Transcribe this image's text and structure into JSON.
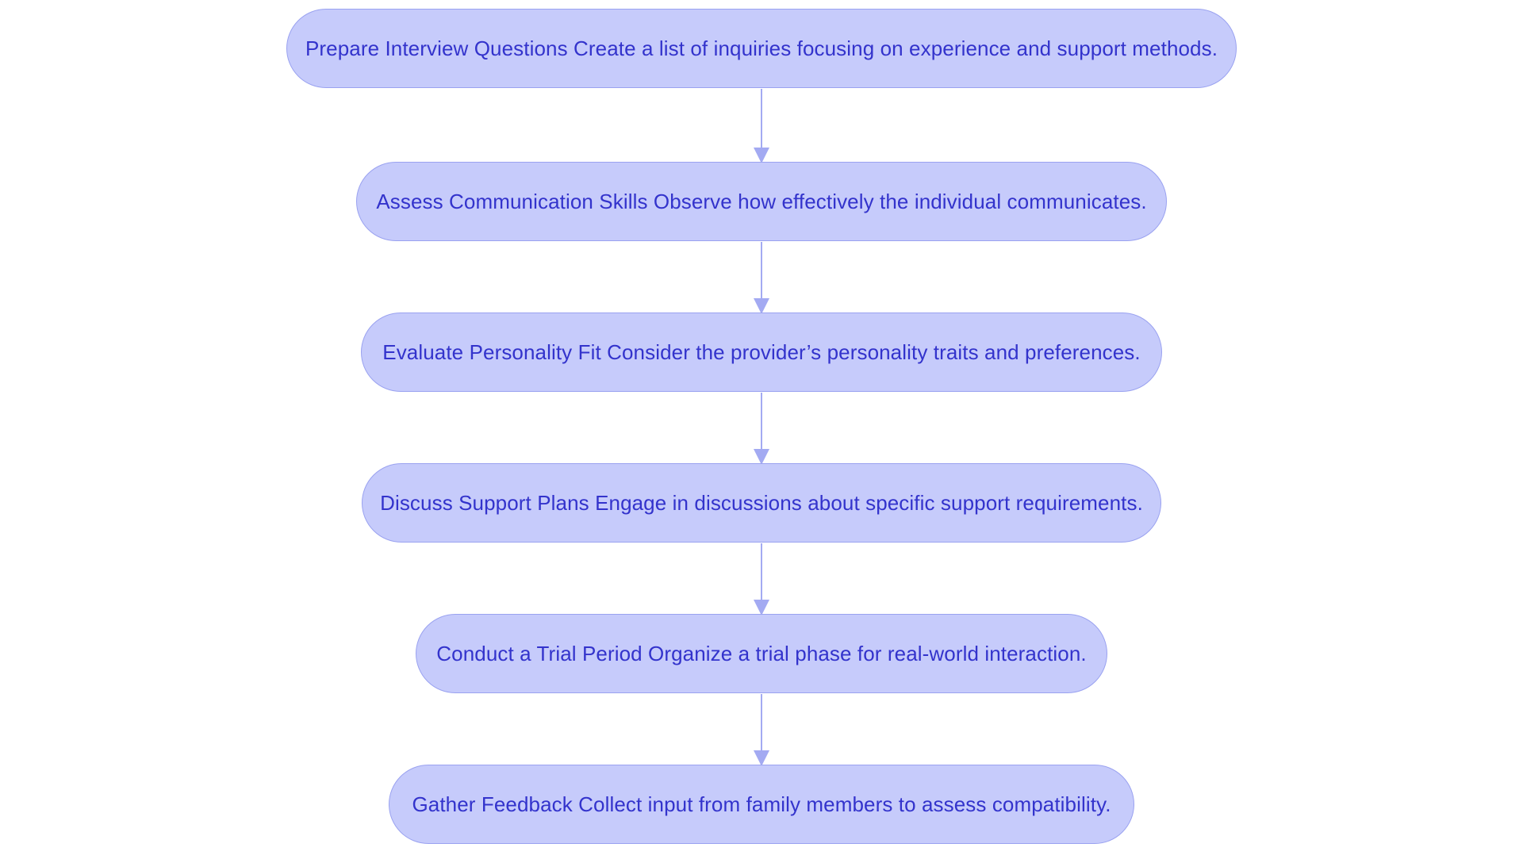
{
  "diagram": {
    "type": "flowchart",
    "orientation": "top-to-bottom",
    "title": "",
    "colors": {
      "node_fill": "#c6cbfb",
      "node_border": "#9aa2f0",
      "node_text": "#3333cc",
      "connector": "#a3aaf2",
      "background": "#ffffff"
    },
    "nodes": [
      {
        "id": "prepare-interview-questions",
        "label": "Prepare Interview Questions Create a list of inquiries focusing on experience and support methods.",
        "step": 1
      },
      {
        "id": "assess-communication-skills",
        "label": "Assess Communication Skills Observe how effectively the individual communicates.",
        "step": 2
      },
      {
        "id": "evaluate-personality-fit",
        "label": "Evaluate Personality Fit Consider the provider’s personality traits and preferences.",
        "step": 3
      },
      {
        "id": "discuss-support-plans",
        "label": "Discuss Support Plans Engage in discussions about specific support requirements.",
        "step": 4
      },
      {
        "id": "conduct-a-trial-period",
        "label": "Conduct a Trial Period Organize a trial phase for real-world interaction.",
        "step": 5
      },
      {
        "id": "gather-feedback",
        "label": "Gather Feedback Collect input from family members to assess compatibility.",
        "step": 6
      }
    ],
    "edges": [
      {
        "from": "prepare-interview-questions",
        "to": "assess-communication-skills",
        "label": ""
      },
      {
        "from": "assess-communication-skills",
        "to": "evaluate-personality-fit",
        "label": ""
      },
      {
        "from": "evaluate-personality-fit",
        "to": "discuss-support-plans",
        "label": ""
      },
      {
        "from": "discuss-support-plans",
        "to": "conduct-a-trial-period",
        "label": ""
      },
      {
        "from": "conduct-a-trial-period",
        "to": "gather-feedback",
        "label": ""
      }
    ]
  }
}
